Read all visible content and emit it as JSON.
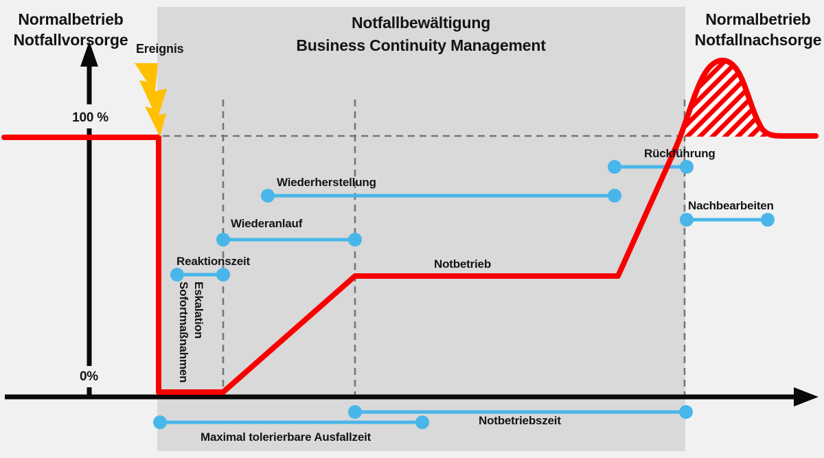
{
  "headers": {
    "left": {
      "line1": "Normalbetrieb",
      "line2": "Notfallvorsorge"
    },
    "center": {
      "line1": "Notfallbewältigung",
      "line2": "Business Continuity Management"
    },
    "right": {
      "line1": "Normalbetrieb",
      "line2": "Notfallnachsorge"
    }
  },
  "axis": {
    "y_100_label": "100 %",
    "y_0_label": "0%"
  },
  "event": {
    "label": "Ereignis"
  },
  "labels": {
    "reaktionszeit": "Reaktionszeit",
    "eskalation": "Eskalation",
    "sofortmassnahmen": "Sofortmaßnahmen",
    "wiederanlauf": "Wiederanlauf",
    "wiederherstellung": "Wiederherstellung",
    "notbetrieb": "Notbetrieb",
    "rueckfuehrung": "Rückführung",
    "nachbearbeiten": "Nachbearbeiten",
    "notbetriebszeit": "Notbetriebszeit",
    "maximal_tolerierbare_ausfallzeit": "Maximal tolerierbare Ausfallzeit"
  },
  "colors": {
    "curve_red": "#F80000",
    "interval_blue": "#49B6E9",
    "lightning_yellow": "#FFC000",
    "center_band_gray": "#D9D9D9",
    "outer_background": "#F1F1F1",
    "dashed_gray": "#757575",
    "axis_black": "#0A0A0A"
  }
}
